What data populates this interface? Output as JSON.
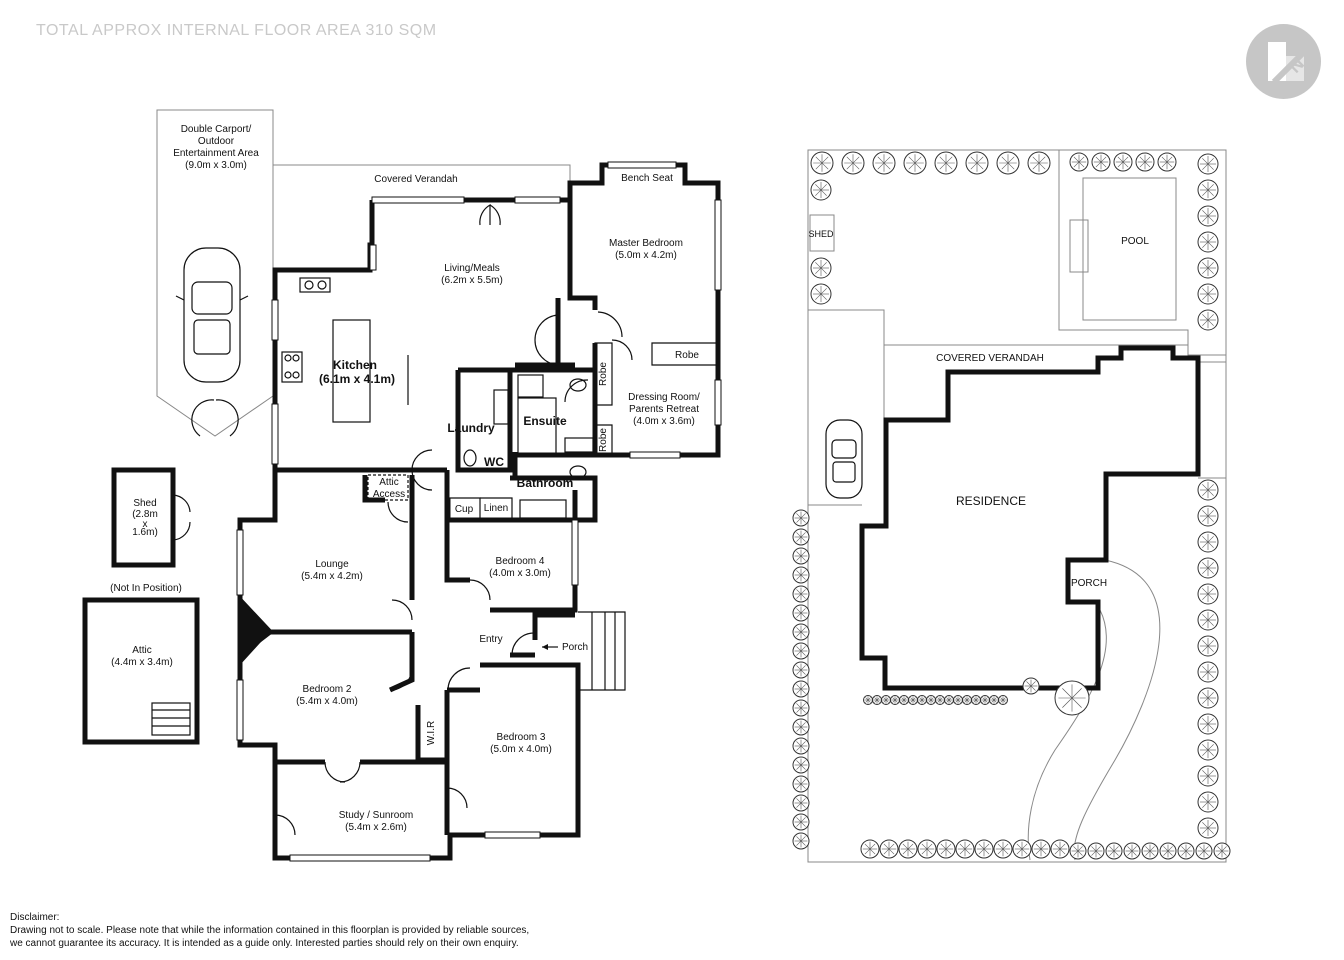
{
  "header": {
    "area_title": "TOTAL APPROX INTERNAL FLOOR AREA 310 SQM"
  },
  "logo": {
    "icon": "n-monogram-logo-icon",
    "color": "#c6c6c6"
  },
  "rooms": {
    "carport": {
      "l1": "Double Carport/",
      "l2": "Outdoor",
      "l3": "Entertainment Area",
      "dim": "(9.0m x 3.0m)"
    },
    "verandah": "Covered Verandah",
    "bench_seat": "Bench Seat",
    "master": {
      "name": "Master Bedroom",
      "dim": "(5.0m x 4.2m)"
    },
    "living": {
      "name": "Living/Meals",
      "dim": "(6.2m x 5.5m)"
    },
    "kitchen": {
      "name": "Kitchen",
      "dim": "(6.1m x 4.1m)"
    },
    "robe_top": "Robe",
    "robe_side1": "Robe",
    "robe_side2": "Robe",
    "dressing": {
      "l1": "Dressing Room/",
      "l2": "Parents Retreat",
      "dim": "(4.0m x 3.6m)"
    },
    "laundry": "Laundry",
    "ensuite": "Ensuite",
    "wc": "WC",
    "bathroom": "Bathroom",
    "attic_access": {
      "l1": "Attic",
      "l2": "Access"
    },
    "cup": "Cup",
    "linen": "Linen",
    "shed": {
      "name": "Shed",
      "d1": "(2.8m",
      "d2": "x",
      "d3": "1.6m)"
    },
    "not_in_position": "(Not In Position)",
    "attic": {
      "name": "Attic",
      "dim": "(4.4m x 3.4m)"
    },
    "lounge": {
      "name": "Lounge",
      "dim": "(5.4m x 4.2m)"
    },
    "bedroom4": {
      "name": "Bedroom 4",
      "dim": "(4.0m x 3.0m)"
    },
    "entry": "Entry",
    "porch": "Porch",
    "bedroom2": {
      "name": "Bedroom 2",
      "dim": "(5.4m x 4.0m)"
    },
    "wir": "W.I.R",
    "bedroom3": {
      "name": "Bedroom 3",
      "dim": "(5.0m x 4.0m)"
    },
    "study": {
      "name": "Study / Sunroom",
      "dim": "(5.4m x 2.6m)"
    }
  },
  "site": {
    "shed": "SHED",
    "pool": "POOL",
    "verandah": "COVERED VERANDAH",
    "residence": "RESIDENCE",
    "porch": "PORCH"
  },
  "disclaimer": {
    "title": "Disclaimer:",
    "line1": "Drawing not to scale. Please note that while the information contained in this floorplan is provided by reliable sources,",
    "line2": "we cannot guarantee its accuracy. It is intended as a guide only. Interested parties should rely on their  own enquiry."
  }
}
